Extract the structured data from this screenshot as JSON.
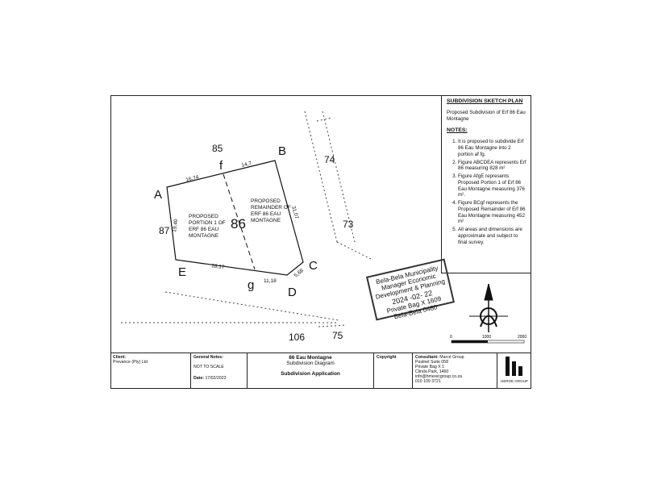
{
  "sheet": {
    "notes_panel": {
      "title": "SUBDIVISION SKETCH PLAN",
      "subtitle": "Proposed Subdivision of Erf 86 Eau Montagne",
      "notes_heading": "NOTES:",
      "notes": [
        "It is proposed to subdivide Erf 86 Eau Montagne into 2 portion af fg.",
        "Figure ABCDEA represents Erf 86 measuring 828 m²",
        "Figure AfgE represents Proposed Portion 1 of Erf 86 Eau Montagne measuring 376 m².",
        "Figure BCgf represents the Proposed Remainder of Erf 86 Eau Montagne measuring 452 m²",
        "All areas and dimensions are approximate and subject to final survey."
      ]
    },
    "plan": {
      "points": [
        "A",
        "B",
        "C",
        "D",
        "E",
        "f",
        "g"
      ],
      "erf_labels": [
        "85",
        "74",
        "73",
        "87",
        "106",
        "75",
        "86"
      ],
      "dimensions": [
        "16,74",
        "14,7",
        "19,40",
        "31,07",
        "18,17",
        "11,18",
        "5,68"
      ],
      "portion1_label": [
        "PROPOSED",
        "PORTION 1 OF",
        "ERF 86 EAU",
        "MONTAGNE"
      ],
      "remainder_label": [
        "PROPOSED",
        "REMAINDER OF",
        "ERF 86 EAU",
        "MONTAGNE"
      ]
    },
    "stamp": {
      "lines": [
        "Bela-Bela Municipality",
        "Manager Economic",
        "Development & Planning",
        "2024 -02- 22",
        "Private Bag X 1609",
        "Bela-Bela 0480"
      ]
    },
    "scale_bar": {
      "ticks": [
        "0",
        "1000",
        "2000"
      ]
    },
    "title_block": {
      "client_label": "Client:",
      "client_value": "Prevance (Pty) Ltd",
      "general_notes_label": "General Notes:",
      "scale_note": "NOT TO SCALE",
      "date_label": "Date:",
      "date_value": "17/02/2023",
      "project_title": "86 Eau Montagne",
      "drawing_title": "Subdivision Diagram",
      "application": "Subdivision Application",
      "copyright_heading": "Copyright",
      "consultant_label": "Consultant:",
      "consultant_name": "Marcé Group",
      "address": [
        "Postnet Suite 058",
        "Private Bag X 1",
        "Clinda Park, 1460"
      ],
      "email": "info@hmerecgroup.co.za",
      "phone": "010 109 3721",
      "logo_text": "HEROE GROUP"
    }
  }
}
